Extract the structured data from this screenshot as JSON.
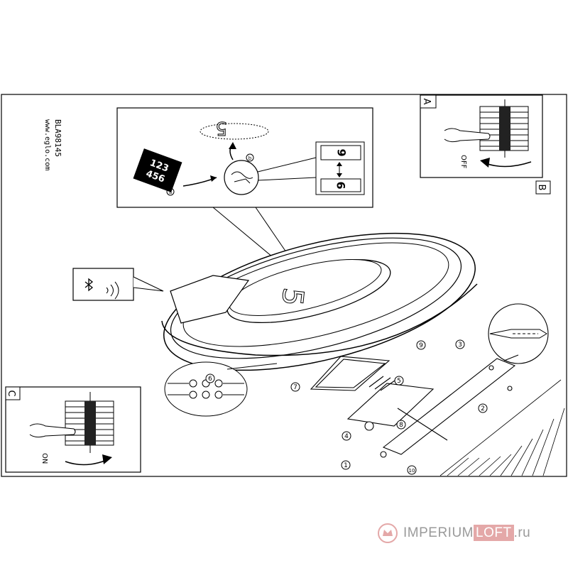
{
  "document": {
    "model_code": "BLA98145",
    "website": "www.eglo.com"
  },
  "panels": {
    "a": {
      "letter": "A",
      "state": "OFF"
    },
    "b": {
      "letter": "B"
    },
    "c": {
      "letter": "C",
      "state": "ON"
    }
  },
  "detail": {
    "digits_top": "123",
    "digits_bottom": "456",
    "label_a": "a",
    "label_b": "b",
    "digit_main": "5",
    "digit_up": "6",
    "digit_down": "9"
  },
  "parts": [
    "1",
    "2",
    "3",
    "4",
    "5",
    "6",
    "7",
    "8",
    "9",
    "10"
  ],
  "watermark": {
    "brand_a": "IMPERIUM",
    "brand_b": "LOFT",
    "brand_c": ".ru"
  },
  "icons": [
    "bluetooth-icon",
    "signal-waves-icon",
    "hand-icon",
    "rotate-arrow-icon",
    "screwdriver-icon"
  ]
}
